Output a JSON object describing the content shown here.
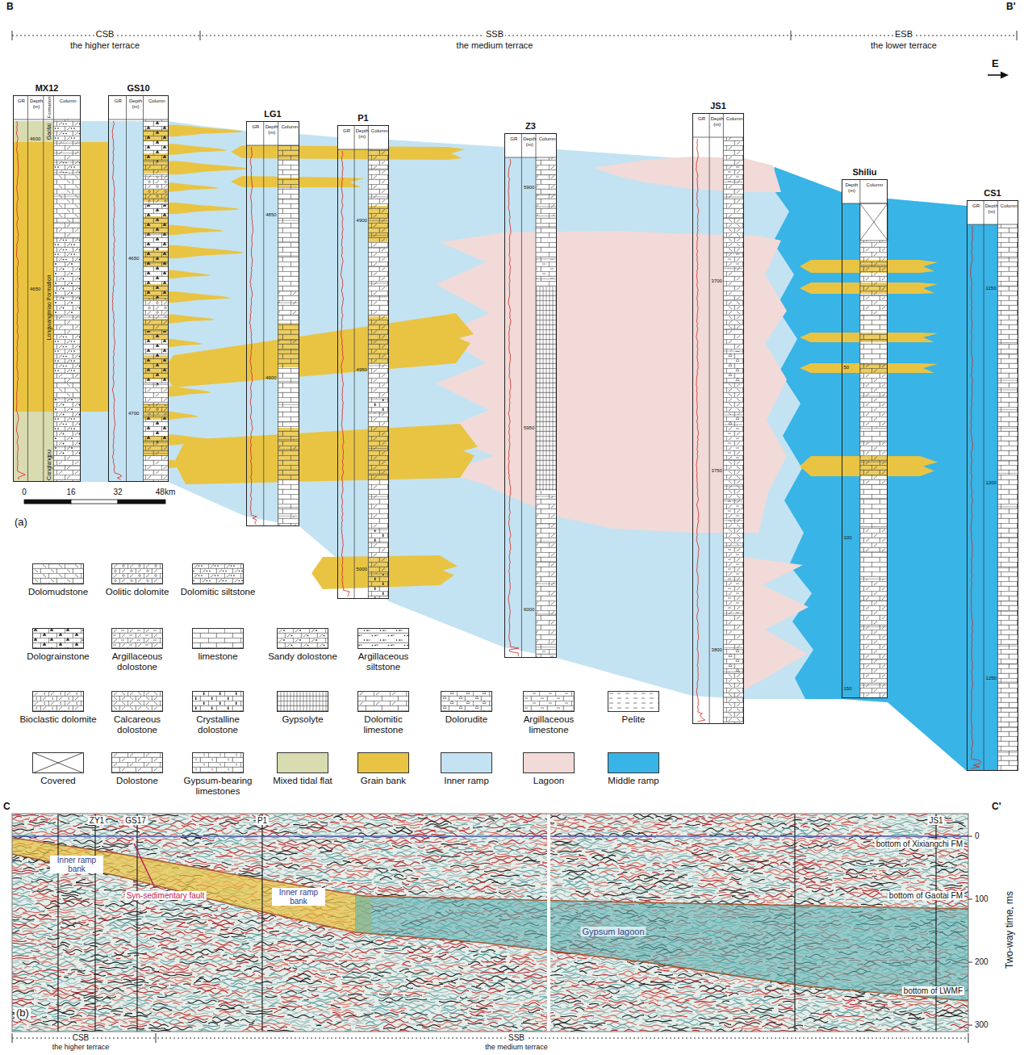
{
  "diagram": {
    "nodes": [
      {
        "text": [
          "MX12",
          "GR",
          "Depth (m)",
          "Formation",
          "Column",
          "Gaotai",
          "Longwangmiao Formation",
          "Canglangpu",
          "4600",
          "4650"
        ]
      },
      {
        "text": [
          "GS10",
          "GR",
          "Depth (m)",
          "Column",
          "4650",
          "4700"
        ]
      },
      {
        "text": [
          "LG1",
          "GR",
          "Depth (m)",
          "Column",
          "4850",
          "4900"
        ]
      },
      {
        "text": [
          "P1",
          "GR",
          "Depth (m)",
          "Column",
          "4900",
          "4950",
          "5000"
        ]
      },
      {
        "text": [
          "Z3",
          "GR",
          "Depth (m)",
          "Column",
          "5900",
          "5950",
          "6000"
        ]
      },
      {
        "text": [
          "JS1",
          "GR",
          "Depth (m)",
          "Column",
          "3700",
          "3750",
          "3800"
        ]
      },
      {
        "text": [
          "Shiliu",
          "Depth (m)",
          "Column",
          "50",
          "100",
          "150"
        ]
      },
      {
        "text": [
          "CS1",
          "GR",
          "Depth (m)",
          "Column",
          "1150",
          "1200",
          "1250"
        ]
      }
    ],
    "labels": [
      "B",
      "B'",
      "CSB",
      "the higher terrace",
      "SSB",
      "the medium terrace",
      "ESB",
      "the lower terrace",
      "E",
      "0",
      "16",
      "32",
      "48km",
      "(a)",
      "C",
      "C'",
      "ZY1",
      "GS17",
      "P1",
      "JS1",
      "Inner ramp bank",
      "Syn-sedimentary fault",
      "Inner ramp bank",
      "Gypsum lagoon",
      "bottom of Xixiangchi FM",
      "bottom of Gaotai FM",
      "bottom of LWMF",
      "0",
      "100",
      "200",
      "300",
      "Two-way time, ms",
      "(b)",
      "CSB",
      "the higher terrace",
      "SSB",
      "the medium terrace"
    ],
    "legend": [
      {
        "text": "Dolomudstone"
      },
      {
        "text": "Oolitic dolomite"
      },
      {
        "text": "Dolomitic siltstone"
      },
      {
        "text": "Dolograinstone"
      },
      {
        "text": "Argillaceous dolostone"
      },
      {
        "text": "limestone"
      },
      {
        "text": "Sandy dolostone"
      },
      {
        "text": "Argillaceous siltstone"
      },
      {
        "text": "Bioclastic dolomite"
      },
      {
        "text": "Calcareous dolostone"
      },
      {
        "text": "Crystalline dolostone"
      },
      {
        "text": "Gypsolyte"
      },
      {
        "text": "Dolomitic limestone"
      },
      {
        "text": "Dolorudite"
      },
      {
        "text": "Argillaceous limestone"
      },
      {
        "text": "Pelite"
      },
      {
        "text": "Covered"
      },
      {
        "text": "Dolostone"
      },
      {
        "text": "Gypsum-bearing limestones"
      },
      {
        "text": "Mixed tidal flat",
        "color": "#d9dbb0"
      },
      {
        "text": "Grain bank",
        "color": "#e9c443"
      },
      {
        "text": "Inner ramp",
        "color": "#c3e3f3"
      },
      {
        "text": "Lagoon",
        "color": "#f1dad8"
      },
      {
        "text": "Middle ramp",
        "color": "#38b4e6"
      }
    ]
  }
}
